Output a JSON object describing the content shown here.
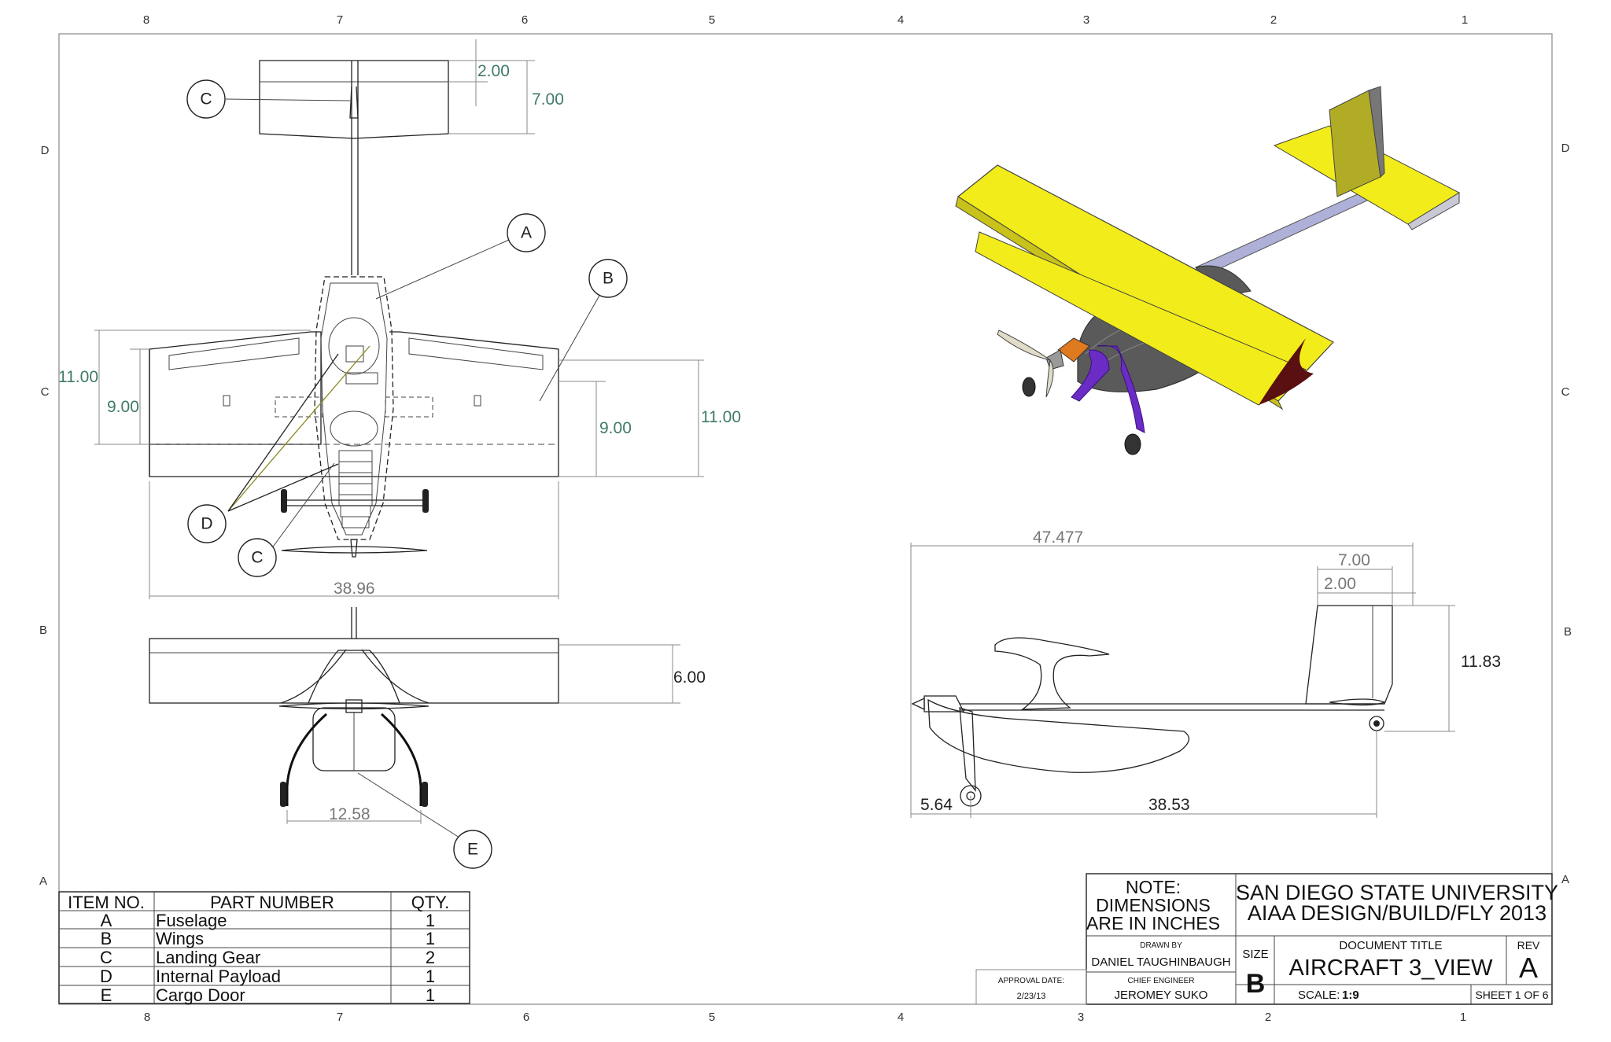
{
  "zones": {
    "top": [
      "8",
      "7",
      "6",
      "5",
      "4",
      "3",
      "2",
      "1"
    ],
    "bottom": [
      "8",
      "7",
      "6",
      "5",
      "4",
      "3",
      "2",
      "1"
    ],
    "left": [
      "D",
      "C",
      "B",
      "A"
    ],
    "right": [
      "D",
      "C",
      "B",
      "A"
    ]
  },
  "balloons": {
    "c_top": "C",
    "a": "A",
    "b": "B",
    "d": "D",
    "c_bottom": "C",
    "e": "E"
  },
  "dimensions": {
    "top_view": {
      "tail_chord": "2.00",
      "tail_span": "7.00",
      "left_outer": "11.00",
      "left_inner": "9.00",
      "right_inner": "9.00",
      "right_outer": "11.00",
      "wingspan": "38.96"
    },
    "front_view": {
      "height": "6.00",
      "gear_track": "12.58"
    },
    "side_view": {
      "overall_length": "47.477",
      "tail_7": "7.00",
      "tail_2": "2.00",
      "tail_height": "11.83",
      "nose": "5.64",
      "gear_to_tail": "38.53"
    }
  },
  "bom": {
    "headers": [
      "ITEM NO.",
      "PART NUMBER",
      "QTY."
    ],
    "rows": [
      [
        "A",
        "Fuselage",
        "1"
      ],
      [
        "B",
        "Wings",
        "1"
      ],
      [
        "C",
        "Landing Gear",
        "2"
      ],
      [
        "D",
        "Internal Payload",
        "1"
      ],
      [
        "E",
        "Cargo Door",
        "1"
      ]
    ]
  },
  "title_block": {
    "note": [
      "NOTE:",
      "DIMENSIONS",
      "ARE IN INCHES"
    ],
    "org_line1": "SAN DIEGO STATE UNIVERSITY",
    "org_line2": "AIAA DESIGN/BUILD/FLY 2013",
    "drawn_by_label": "DRAWN BY",
    "drawn_by": "DANIEL TAUGHINBAUGH",
    "chief_label": "CHIEF ENGINEER",
    "chief": "JEROMEY SUKO",
    "approval_label": "APPROVAL DATE:",
    "approval_date": "2/23/13",
    "size_label": "SIZE",
    "size": "B",
    "doc_title_label": "DOCUMENT TITLE",
    "doc_title": "AIRCRAFT 3_VIEW",
    "rev_label": "REV",
    "rev": "A",
    "scale_label": "SCALE:",
    "scale": "1:9",
    "sheet": "SHEET 1 OF 6"
  },
  "colors": {
    "wing": "#f2ec1a",
    "carbon": "#5a5a5a",
    "gear": "#6a2cc4",
    "dim_text": "#3f7a6a"
  }
}
